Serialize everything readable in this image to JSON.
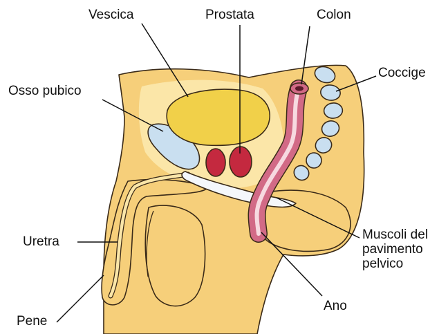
{
  "labels": {
    "vescica": "Vescica",
    "prostata": "Prostata",
    "colon": "Colon",
    "coccige": "Coccige",
    "osso_pubico": "Osso pubico",
    "uretra": "Uretra",
    "pene": "Pene",
    "muscoli": [
      "Muscoli del",
      "pavimento",
      "pelvico"
    ],
    "ano": "Ano"
  },
  "colors": {
    "skin": "#f6cf7a",
    "skin_light": "#fbe6a8",
    "bladder": "#f1d049",
    "prostate": "#c4293f",
    "colon": "#d26a86",
    "colon_stripe": "#f7d9e0",
    "bone": "#c9dff0",
    "outline": "#3a2a18",
    "leader": "#111111"
  }
}
